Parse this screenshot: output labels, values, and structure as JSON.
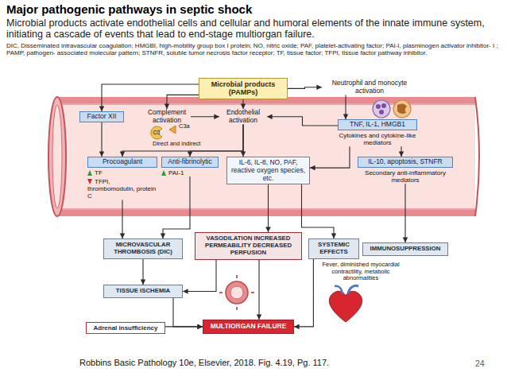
{
  "diagram": {
    "title": "Major pathogenic pathways in septic shock",
    "caption": "Robbins Basic Pathology 10e, Elsevier, 2018. Fig. 4.19, Pg. 117.",
    "nodes": [
      {
        "text": [
          "Microbial products (PAMPs)"
        ]
      },
      {
        "text": [
          "Factor XII"
        ]
      },
      {
        "text": [
          "Complement activation"
        ]
      },
      {
        "text": [
          "Endothelial activation"
        ]
      },
      {
        "text": [
          "Neutrophil and monocyte activation"
        ]
      },
      {
        "text": [
          "TNF, IL-1, HMGB1",
          "Cytokines and cytokine-like mediators"
        ]
      },
      {
        "text": [
          "Procoagulant",
          "TF",
          "TFPI, thrombomodulin, protein C"
        ]
      },
      {
        "text": [
          "Anti-fibrinolytic",
          "PAI-1"
        ]
      },
      {
        "text": [
          "IL-6, IL-8, NO, PAF, reactive oxygen species, etc."
        ]
      },
      {
        "text": [
          "IL-10, apoptosis, STNFR",
          "Secondary anti-inflammatory mediators"
        ]
      },
      {
        "text": [
          "MICROVASCULAR THROMBOSIS (DIC)"
        ]
      },
      {
        "text": [
          "VASODILATION INCREASED PERMEABILITY DECREASED PERFUSION"
        ]
      },
      {
        "text": [
          "SYSTEMIC EFFECTS"
        ]
      },
      {
        "text": [
          "IMMUNOSUPPRESSION"
        ]
      },
      {
        "text": [
          "TISSUE ISCHEMIA"
        ]
      },
      {
        "text": [
          "Adrenal insufficiency"
        ]
      },
      {
        "text": [
          "MULTIORGAN FAILURE"
        ]
      }
    ],
    "edges": [
      {
        "from": 0,
        "to": 1,
        "arrow": "to"
      },
      {
        "from": 0,
        "to": 2,
        "arrow": "to"
      },
      {
        "from": 0,
        "to": 3,
        "arrow": "to"
      },
      {
        "from": 0,
        "to": 4,
        "arrow": "to"
      },
      {
        "from": 4,
        "to": 5,
        "arrow": "to"
      },
      {
        "from": 5,
        "to": 3,
        "arrow": "to"
      },
      {
        "from": 2,
        "to": 3,
        "arrow": "to"
      },
      {
        "from": 1,
        "to": 6,
        "arrow": "to"
      },
      {
        "from": 3,
        "to": 6,
        "arrow": "to"
      },
      {
        "from": 3,
        "to": 7,
        "arrow": "to"
      },
      {
        "from": 3,
        "to": 8,
        "arrow": "to"
      },
      {
        "from": 5,
        "to": 8,
        "arrow": "to"
      },
      {
        "from": 5,
        "to": 9,
        "arrow": "to"
      },
      {
        "from": 6,
        "to": 10,
        "arrow": "to"
      },
      {
        "from": 7,
        "to": 10,
        "arrow": "to"
      },
      {
        "from": 8,
        "to": 11,
        "arrow": "to"
      },
      {
        "from": 8,
        "to": 12,
        "arrow": "to"
      },
      {
        "from": 9,
        "to": 13,
        "arrow": "to"
      },
      {
        "from": 10,
        "to": 14,
        "arrow": "to"
      },
      {
        "from": 11,
        "to": 14,
        "arrow": "to"
      },
      {
        "from": 14,
        "to": 16,
        "arrow": "to"
      },
      {
        "from": 11,
        "to": 16,
        "arrow": "to"
      },
      {
        "from": 12,
        "to": 16,
        "arrow": "to"
      },
      {
        "from": 15,
        "to": 16,
        "arrow": "to"
      }
    ],
    "labels": [
      "Microbial products activate endothelial cells and cellular and humoral elements of the innate immune system, initiating a cascade of events that lead to end-stage multiorgan failure.",
      "DIC, Disseminated intravascular coagulation; HMGBI, high-mobility group box I protein; NO, nitric oxide; PAF, platelet-activating factor; PAI-I, plasminogen activator inhibitor- I ; PAMP, pathogen- associated molecular pattern; STNFR, soluble tumor necrosis factor receptor; TF, tissue factor; TFPI, tissue factor pathway inhibitor.",
      "C3",
      "C3a",
      "Direct and indirect",
      "Fever, diminished myocardial contractility, metabolic abnormalities",
      "24"
    ]
  }
}
